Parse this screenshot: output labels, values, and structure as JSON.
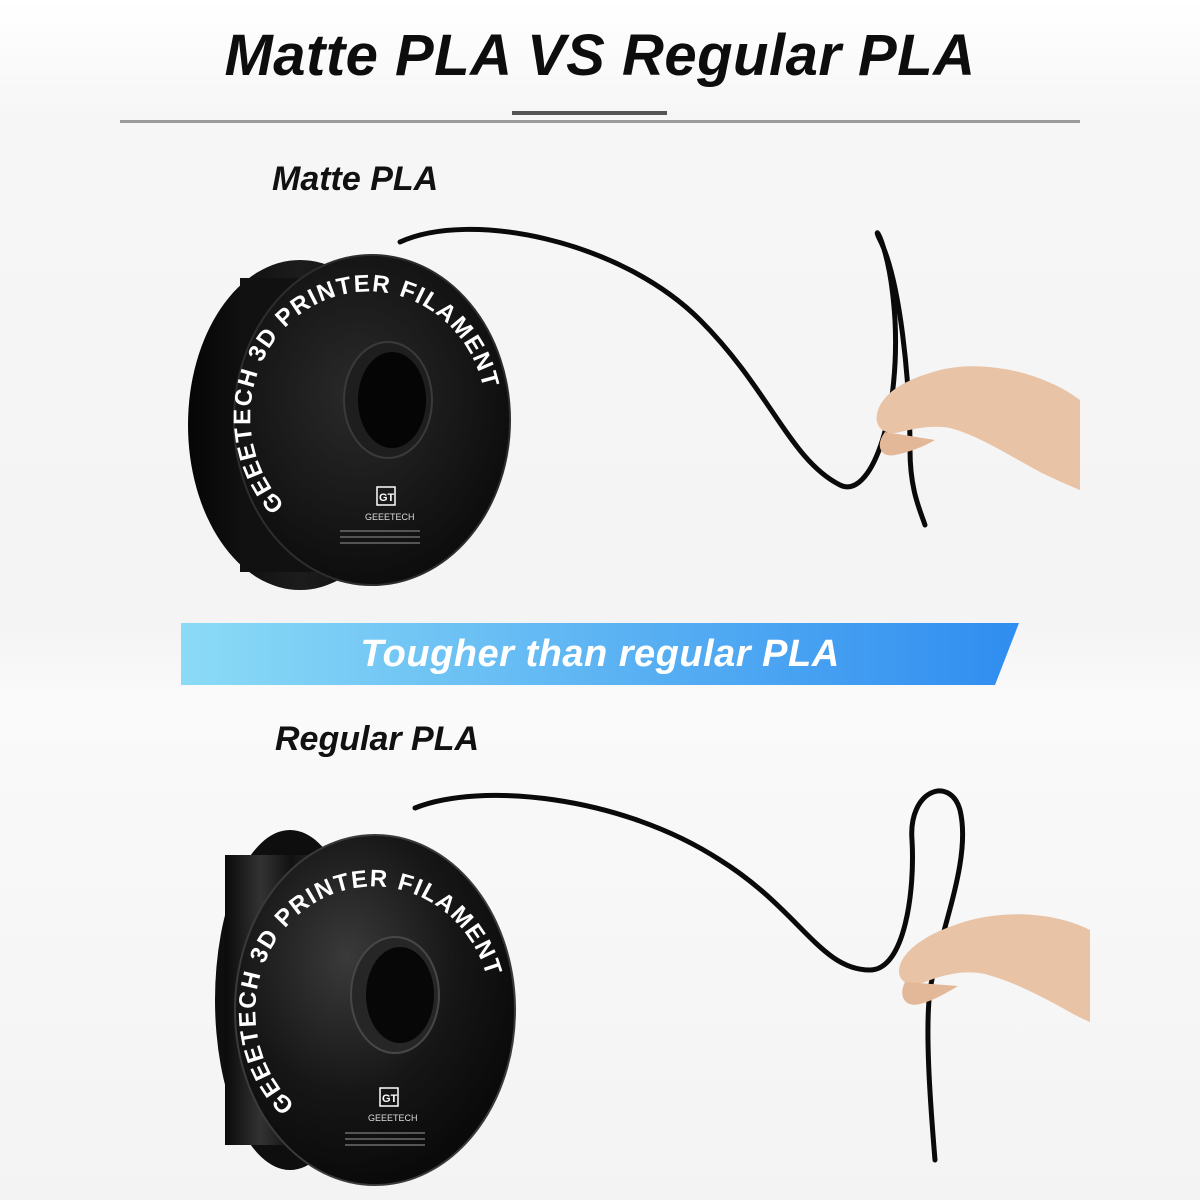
{
  "header": {
    "title": "Matte PLA VS Regular PLA"
  },
  "sections": {
    "matte": {
      "label": "Matte PLA",
      "spool_text": "GEEETECH 3D PRINTER FILAMENT",
      "brand_logo": "GT",
      "brand_name": "GEEETECH"
    },
    "regular": {
      "label": "Regular PLA",
      "spool_text": "GEEETECH 3D PRINTER FILAMENT",
      "brand_logo": "GT",
      "brand_name": "GEEETECH"
    }
  },
  "banner": {
    "text": "Tougher than regular PLA",
    "colors": [
      "#7fd6f5",
      "#2f8df0"
    ]
  },
  "colors": {
    "spool": "#141414",
    "filament": "#0a0a0a",
    "skin": "#e9c3a6"
  }
}
